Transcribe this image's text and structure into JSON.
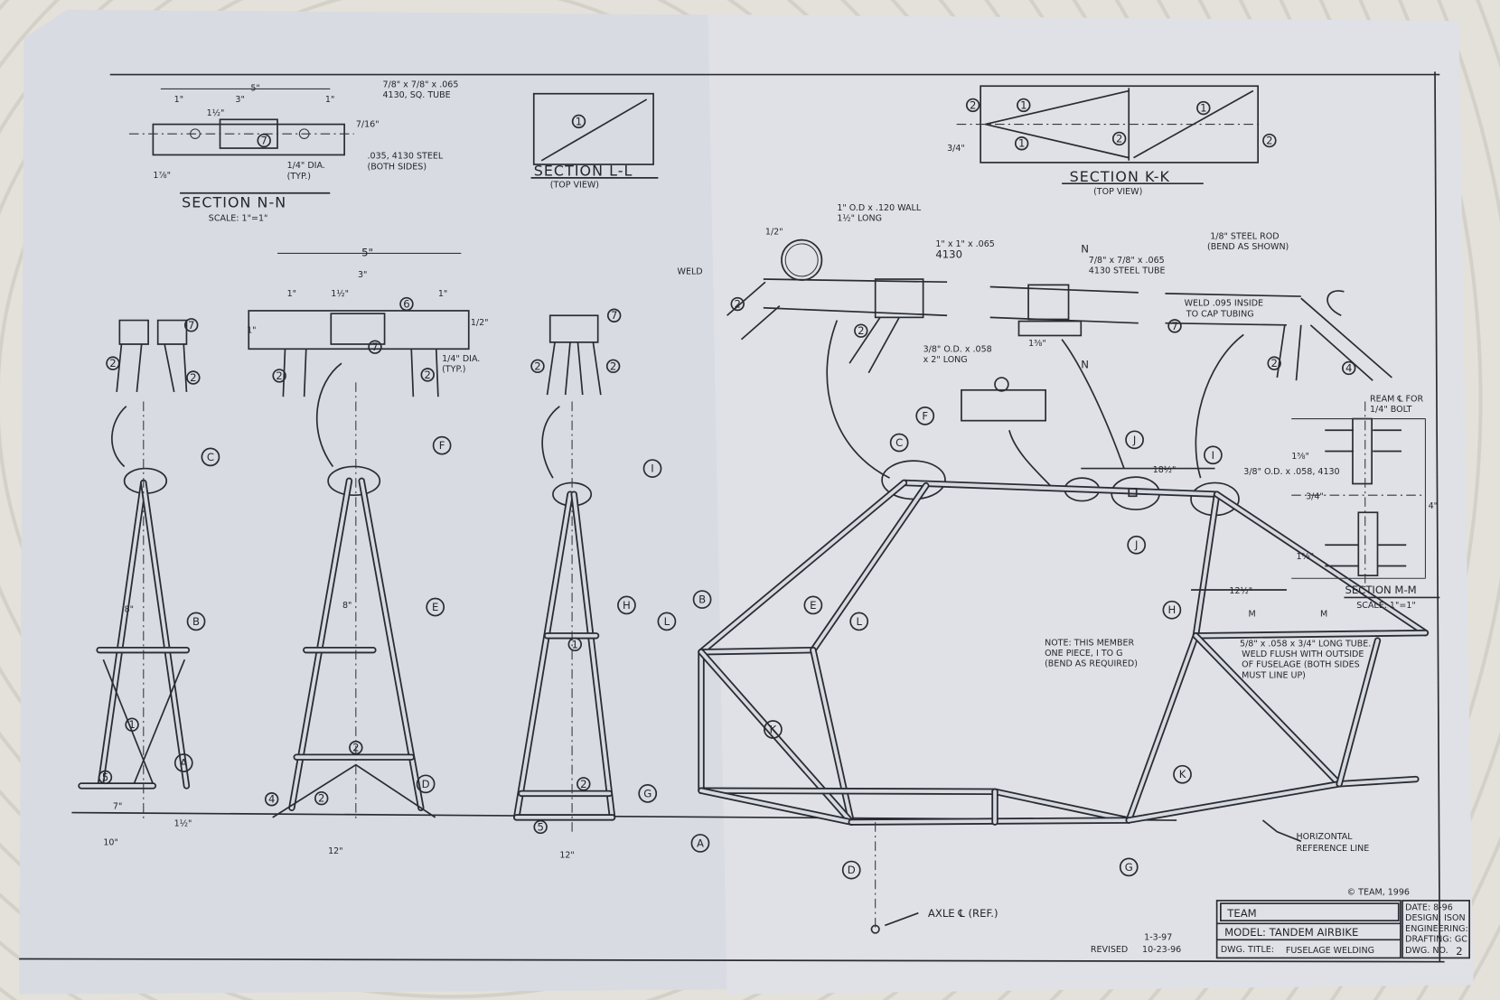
{
  "section_nn": {
    "title": "SECTION N-N",
    "scale": "SCALE: 1\"=1\"",
    "dim_5": "5\"",
    "dim_1a": "1\"",
    "dim_3": "3\"",
    "dim_1b": "1\"",
    "dim_1half": "1½\"",
    "dim_7_16": "7/16\"",
    "dim_1_7_8": "1⅞\"",
    "note_tube": "7/8\" x 7/8\" x .065",
    "note_tube2": "4130, SQ. TUBE",
    "note_dia": "1/4\" DIA.",
    "note_typ": "(TYP.)",
    "note_steel": ".035, 4130 STEEL",
    "note_sides": "(BOTH SIDES)"
  },
  "section_ll": {
    "title": "SECTION L-L",
    "sub": "(TOP VIEW)"
  },
  "section_kk": {
    "title": "SECTION K-K",
    "sub": "(TOP VIEW)",
    "dim": "3/4\""
  },
  "section_mm": {
    "title": "SECTION M-M",
    "scale": "SCALE: 1\"=1\"",
    "ream": "REAM ℄ FOR",
    "bolt": "1/4\" BOLT",
    "dim_a": "1⅝\"",
    "dim_b": "1⅝\"",
    "dim_c": "3/4\"",
    "dim_4": "4\"",
    "tube_note": "3/8\" O.D. x .058, 4130"
  },
  "front_views": {
    "dim_5": "5\"",
    "dim_3": "3\"",
    "dim_1a": "1\"",
    "dim_1half": "1½\"",
    "dim_1b": "1\"",
    "dim_half": "1/2\"",
    "dim_1": "1\"",
    "dia": "1/4\" DIA.",
    "typ": "(TYP.)",
    "w8a": "8\"",
    "w8b": "8\"",
    "w7": "7\"",
    "w10": "10\"",
    "w1half": "1½\"",
    "w12a": "12\"",
    "w12b": "12\""
  },
  "top_detail": {
    "ring_note": "1\" O.D x .120 WALL",
    "ring_note2": "1½\" LONG",
    "dim_half": "1/2\"",
    "weld": "WELD",
    "sq1": "1\" x 1\" x .065",
    "sq1b": "4130",
    "sq2": "7/8\" x 7/8\" x .065",
    "sq2b": "4130 STEEL TUBE",
    "dim_1_3_8": "1⅜\"",
    "tab_note": "3/8\" O.D. x .058",
    "tab_note2": "x 2\" LONG",
    "rod": "1/8\" STEEL ROD",
    "rod2": "(BEND AS SHOWN)",
    "weld_cap": "WELD .095 INSIDE",
    "weld_cap2": "TO CAP TUBING",
    "n": "N"
  },
  "side_view": {
    "dim_18half": "18½\"",
    "dim_12half": "12½\"",
    "m": "M",
    "note1": "NOTE: THIS MEMBER",
    "note2": "ONE PIECE, I TO G",
    "note3": "(BEND AS REQUIRED)",
    "tube1": "5/8\" x .058 x 3/4\" LONG TUBE.",
    "tube2": "WELD FLUSH WITH OUTSIDE",
    "tube3": "OF FUSELAGE (BOTH SIDES",
    "tube4": "MUST LINE UP)",
    "horiz1": "HORIZONTAL",
    "horiz2": "REFERENCE LINE",
    "axle": "AXLE ℄ (REF.)"
  },
  "callouts": [
    "A",
    "B",
    "C",
    "D",
    "E",
    "F",
    "G",
    "H",
    "I",
    "J",
    "K",
    "L"
  ],
  "parts": [
    "1",
    "2",
    "4",
    "5",
    "6",
    "7"
  ],
  "title_block": {
    "copyright": "© TEAM, 1996",
    "company": "TEAM",
    "model": "MODEL: TANDEM AIRBIKE",
    "dwg_title_label": "DWG. TITLE:",
    "dwg_title": "FUSELAGE WELDING",
    "date": "DATE: 8-96",
    "design": "DESIGN: ISON",
    "engineering": "ENGINEERING:",
    "drafting": "DRAFTING: GC",
    "dwg_no_label": "DWG. NO.",
    "dwg_no": "2",
    "revised_label": "REVISED",
    "rev1": "1-3-97",
    "rev2": "10-23-96"
  }
}
